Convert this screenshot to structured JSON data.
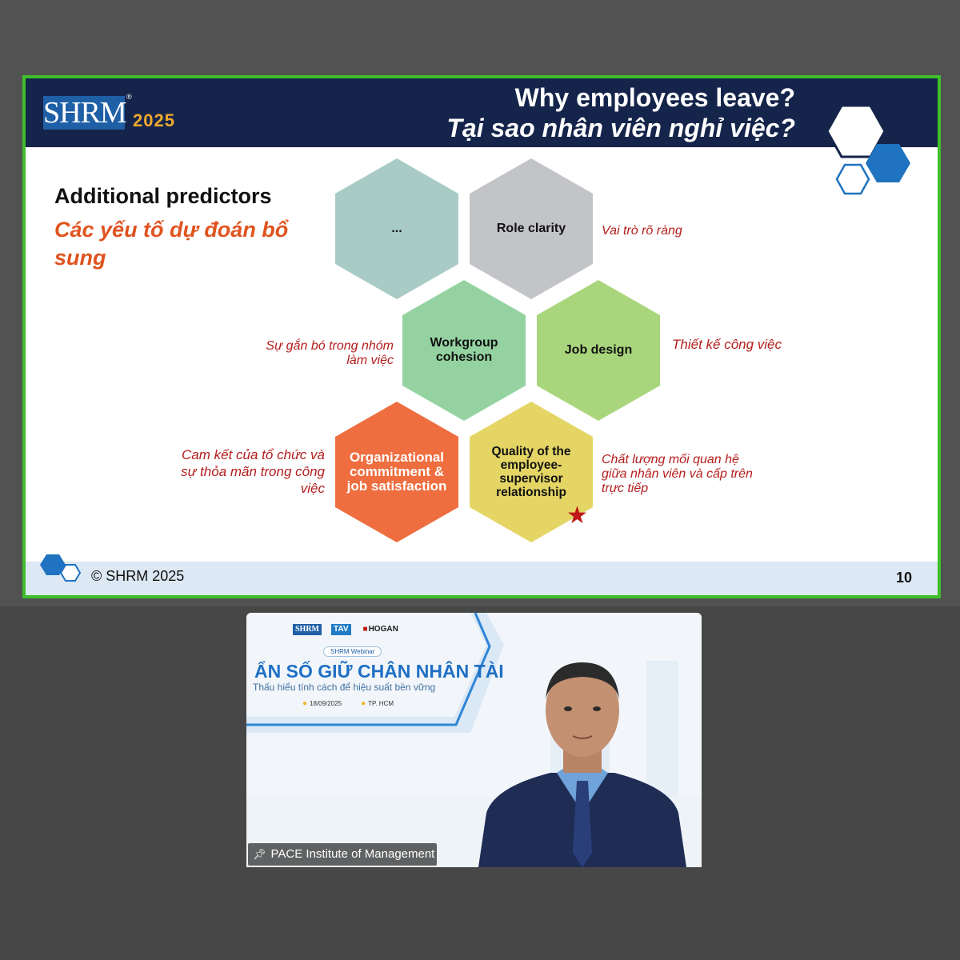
{
  "slide": {
    "logo": {
      "text": "SHRM",
      "registered": "®",
      "year": "2025"
    },
    "title_en": "Why employees leave?",
    "title_vi": "Tại sao nhân viên nghỉ việc?",
    "subtitle_en": "Additional predictors",
    "subtitle_vi": "Các yếu tố dự đoán bổ sung",
    "hexagons": [
      {
        "label": "...",
        "color": "#a8cbc5"
      },
      {
        "label": "Role clarity",
        "color": "#c2c4c8",
        "note": "Vai trò rõ ràng"
      },
      {
        "label": "Workgroup cohesion",
        "color": "#94d3a1",
        "note": "Sự gắn bó trong nhóm làm việc"
      },
      {
        "label": "Job design",
        "color": "#a9d67c",
        "note": "Thiết kế công việc"
      },
      {
        "label": "Organizational commitment & job satisfaction",
        "color": "#ef6e3f",
        "note": "Cam kết của tổ chức và sự thỏa mãn trong công việc"
      },
      {
        "label": "Quality of the employee-supervisor relationship",
        "color": "#e4d565",
        "note": "Chất lượng mối quan hệ giữa nhân viên và cấp trên trực tiếp",
        "marker": "★"
      }
    ],
    "footer": {
      "copyright": "© SHRM 2025",
      "page_number": "10"
    },
    "colors": {
      "header": "#15244a",
      "frame": "#3fbf2a",
      "accent_red": "#b51d1d",
      "subtitle_orange": "#e0531f"
    }
  },
  "webcam": {
    "sponsors": [
      "SHRM",
      "TAV",
      "HOGAN"
    ],
    "webinar_badge": "SHRM Webinar",
    "event_title": "ẨN SỐ GIỮ CHÂN NHÂN TÀI",
    "event_subtitle": "Thấu hiểu tính cách để hiệu suất bền vững",
    "event_date": "18/09/2025",
    "event_location": "TP. HCM",
    "participant_name": "PACE Institute of Management"
  }
}
